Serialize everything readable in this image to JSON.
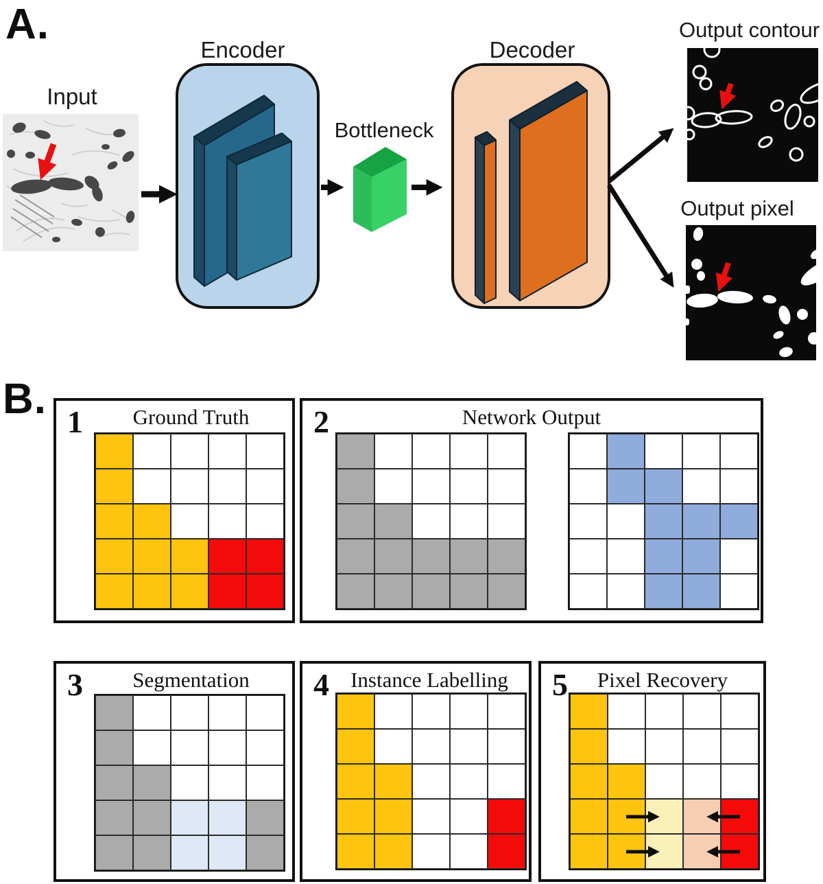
{
  "colors": {
    "encoder_fill": "#BAD4EC",
    "decoder_fill": "#F6D2B6",
    "feature_teal_front": "#2B6E92",
    "feature_teal_dark": "#15384D",
    "bottleneck_green_front": "#38D165",
    "bottleneck_green_top": "#17A344",
    "bottleneck_green_side": "#2DBD58",
    "feature_orange": "#DE6F1F",
    "slab_edge_navy": "#1C3040",
    "arrow_black": "#0d0d0d",
    "pointer_red": "#E81010",
    "cells": {
      "Y": "#FFC40D",
      "W": "#FFFFFF",
      "R": "#F50A0A",
      "G": "#ABABAB",
      "B": "#8FACDC",
      "PB": "#DEE8F6",
      "PY": "#FAF0B8",
      "PP": "#F6CEB2"
    }
  },
  "panel_a": {
    "label": "A.",
    "input_label": "Input",
    "encoder_label": "Encoder",
    "bottleneck_label": "Bottleneck",
    "decoder_label": "Decoder",
    "output_contour_label": "Output contour",
    "output_pixel_label": "Output pixel"
  },
  "panel_b": {
    "label": "B.",
    "panels": [
      {
        "number": "1",
        "title": "Ground Truth",
        "grid": [
          [
            "Y",
            "W",
            "W",
            "W",
            "W"
          ],
          [
            "Y",
            "W",
            "W",
            "W",
            "W"
          ],
          [
            "Y",
            "Y",
            "W",
            "W",
            "W"
          ],
          [
            "Y",
            "Y",
            "Y",
            "R",
            "R"
          ],
          [
            "Y",
            "Y",
            "Y",
            "R",
            "R"
          ]
        ]
      },
      {
        "number": "2",
        "title": "Network Output",
        "grids": [
          [
            [
              "G",
              "W",
              "W",
              "W",
              "W"
            ],
            [
              "G",
              "W",
              "W",
              "W",
              "W"
            ],
            [
              "G",
              "G",
              "W",
              "W",
              "W"
            ],
            [
              "G",
              "G",
              "G",
              "G",
              "G"
            ],
            [
              "G",
              "G",
              "G",
              "G",
              "G"
            ]
          ],
          [
            [
              "W",
              "B",
              "W",
              "W",
              "W"
            ],
            [
              "W",
              "B",
              "B",
              "W",
              "W"
            ],
            [
              "W",
              "W",
              "B",
              "B",
              "B"
            ],
            [
              "W",
              "W",
              "B",
              "B",
              "W"
            ],
            [
              "W",
              "W",
              "B",
              "B",
              "W"
            ]
          ]
        ]
      },
      {
        "number": "3",
        "title": "Segmentation",
        "grid": [
          [
            "G",
            "W",
            "W",
            "W",
            "W"
          ],
          [
            "G",
            "W",
            "W",
            "W",
            "W"
          ],
          [
            "G",
            "G",
            "W",
            "W",
            "W"
          ],
          [
            "G",
            "G",
            "PB",
            "PB",
            "G"
          ],
          [
            "G",
            "G",
            "PB",
            "PB",
            "G"
          ]
        ]
      },
      {
        "number": "4",
        "title": "Instance Labelling",
        "grid": [
          [
            "Y",
            "W",
            "W",
            "W",
            "W"
          ],
          [
            "Y",
            "W",
            "W",
            "W",
            "W"
          ],
          [
            "Y",
            "Y",
            "W",
            "W",
            "W"
          ],
          [
            "Y",
            "Y",
            "W",
            "W",
            "R"
          ],
          [
            "Y",
            "Y",
            "W",
            "W",
            "R"
          ]
        ]
      },
      {
        "number": "5",
        "title": "Pixel Recovery",
        "grid": [
          [
            "Y",
            "W",
            "W",
            "W",
            "W"
          ],
          [
            "Y",
            "W",
            "W",
            "W",
            "W"
          ],
          [
            "Y",
            "Y",
            "W",
            "W",
            "W"
          ],
          [
            "Y",
            "Y",
            "PY",
            "PP",
            "R"
          ],
          [
            "Y",
            "Y",
            "PY",
            "PP",
            "R"
          ]
        ]
      }
    ]
  }
}
